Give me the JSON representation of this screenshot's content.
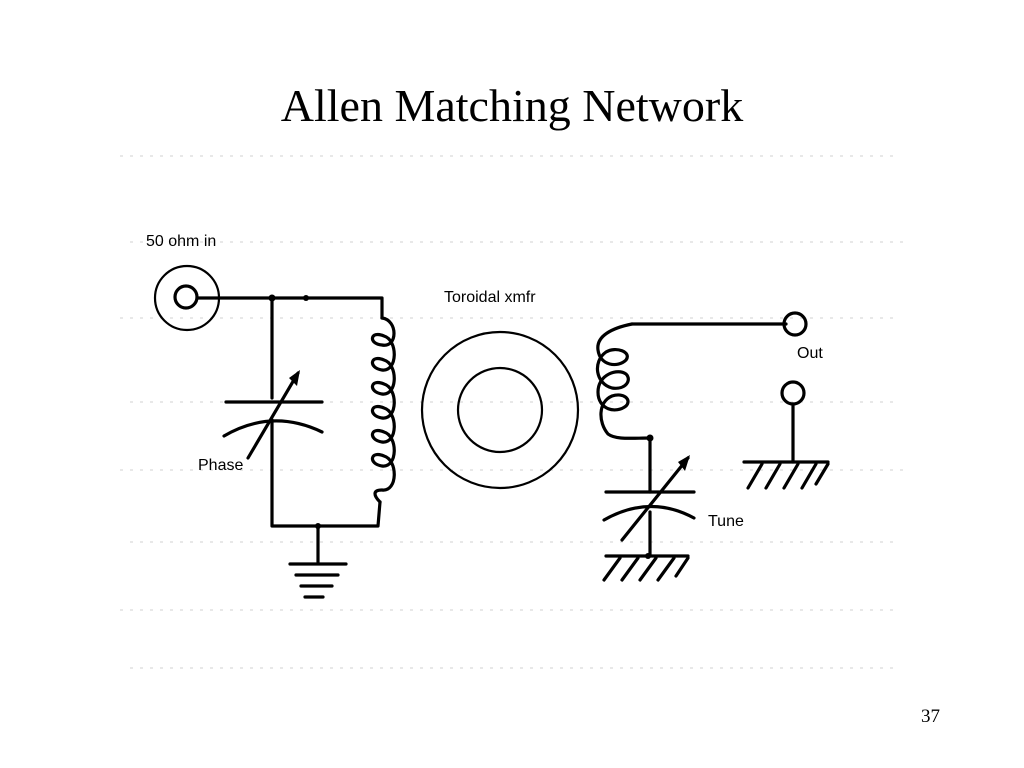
{
  "slide": {
    "title": "Allen Matching Network",
    "page_number": "37"
  },
  "diagram": {
    "labels": {
      "input": "50 ohm in",
      "transformer": "Toroidal xmfr",
      "output": "Out",
      "phase_capacitor": "Phase",
      "tune_capacitor": "Tune"
    }
  }
}
